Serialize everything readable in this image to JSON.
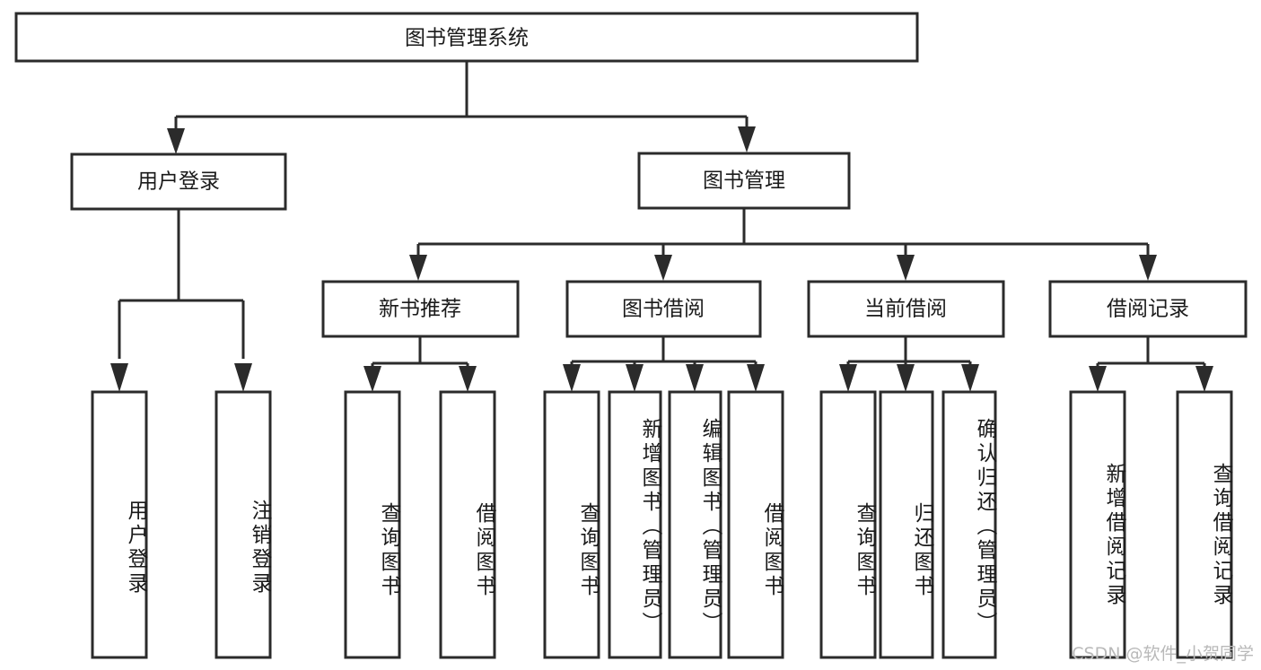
{
  "diagram": {
    "title": "图书管理系统",
    "type": "tree-structure-chart",
    "root": {
      "id": "root",
      "label": "图书管理系统"
    },
    "level2": [
      {
        "id": "user-login",
        "label": "用户登录"
      },
      {
        "id": "book-manage",
        "label": "图书管理"
      }
    ],
    "level3": [
      {
        "id": "new-book-rec",
        "label": "新书推荐",
        "parent": "book-manage"
      },
      {
        "id": "book-borrow",
        "label": "图书借阅",
        "parent": "book-manage"
      },
      {
        "id": "current-borrow",
        "label": "当前借阅",
        "parent": "book-manage"
      },
      {
        "id": "borrow-record",
        "label": "借阅记录",
        "parent": "book-manage"
      }
    ],
    "leaves": {
      "user-login": [
        {
          "id": "leaf-user-login",
          "label": "用户登录"
        },
        {
          "id": "leaf-user-logout",
          "label": "注销登录"
        }
      ],
      "new-book-rec": [
        {
          "id": "leaf-query-book-1",
          "label": "查询图书"
        },
        {
          "id": "leaf-borrow-book-1",
          "label": "借阅图书"
        }
      ],
      "book-borrow": [
        {
          "id": "leaf-query-book-2",
          "label": "查询图书"
        },
        {
          "id": "leaf-add-book",
          "label": "新增图书（管理员）"
        },
        {
          "id": "leaf-edit-book",
          "label": "编辑图书（管理员）"
        },
        {
          "id": "leaf-borrow-book-2",
          "label": "借阅图书"
        }
      ],
      "current-borrow": [
        {
          "id": "leaf-query-book-3",
          "label": "查询图书"
        },
        {
          "id": "leaf-return-book",
          "label": "归还图书"
        },
        {
          "id": "leaf-confirm-return",
          "label": "确认归还（管理员）"
        }
      ],
      "borrow-record": [
        {
          "id": "leaf-add-record",
          "label": "新增借阅记录"
        },
        {
          "id": "leaf-query-record",
          "label": "查询借阅记录"
        }
      ]
    },
    "colors": {
      "stroke": "#2b2b2b",
      "fill": "#ffffff",
      "text": "#1a1a1a",
      "watermark": "#b9b9b9"
    }
  },
  "watermark": {
    "text": "CSDN @软件_小贺同学"
  }
}
